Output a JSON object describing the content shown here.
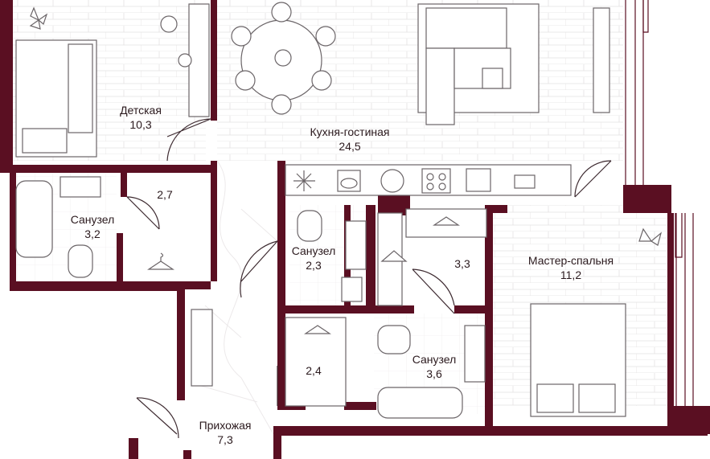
{
  "colors": {
    "wall": "#5a0f22",
    "floor_line": "#e3e0e0",
    "furniture": "#6b6568",
    "text": "#2b1a1e"
  },
  "rooms": [
    {
      "name": "Детская",
      "area": "10,3"
    },
    {
      "name": "Кухня-гостиная",
      "area": "24,5"
    },
    {
      "name": "",
      "area": "2,7"
    },
    {
      "name": "Санузел",
      "area": "3,2"
    },
    {
      "name": "Санузел",
      "area": "2,3"
    },
    {
      "name": "",
      "area": "3,3"
    },
    {
      "name": "Мастер-спальня",
      "area": "11,2"
    },
    {
      "name": "",
      "area": "2,4"
    },
    {
      "name": "Санузел",
      "area": "3,6"
    },
    {
      "name": "Прихожая",
      "area": "7,3"
    }
  ],
  "icons": [
    "snowflake-icon",
    "hob-icon",
    "sink-icon",
    "stove-icon",
    "hanger-icon",
    "plant-icon",
    "bathtub-icon",
    "toilet-icon",
    "bed-icon",
    "sofa-icon",
    "dining-table-icon",
    "desk-icon"
  ]
}
